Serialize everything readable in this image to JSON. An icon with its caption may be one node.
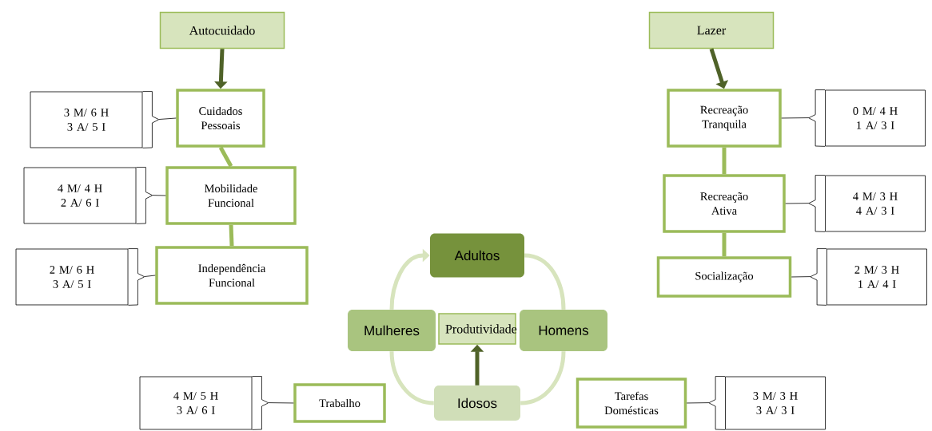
{
  "diagram": {
    "nodes": [
      {
        "text": [
          "Autocuidado"
        ]
      },
      {
        "text": [
          "Cuidados Pessoais"
        ]
      },
      {
        "text": [
          "Mobilidade Funcional"
        ]
      },
      {
        "text": [
          "Independência Funcional"
        ]
      },
      {
        "text": [
          "Lazer"
        ]
      },
      {
        "text": [
          "Recreação Tranquila"
        ]
      },
      {
        "text": [
          "Recreação Ativa"
        ]
      },
      {
        "text": [
          "Socialização"
        ]
      },
      {
        "text": [
          "Adultos"
        ]
      },
      {
        "text": [
          "Produtividade"
        ]
      },
      {
        "text": [
          "Mulheres"
        ]
      },
      {
        "text": [
          "Homens"
        ]
      },
      {
        "text": [
          "Idosos"
        ]
      },
      {
        "text": [
          "Trabalho"
        ]
      },
      {
        "text": [
          "Tarefas Domésticas"
        ]
      },
      {
        "text": [
          "3 M/ 6 H 3 A/ 5 I"
        ]
      },
      {
        "text": [
          "4 M/ 4 H 2 A/ 6 I"
        ]
      },
      {
        "text": [
          "2 M/ 6 H 3 A/ 5 I"
        ]
      },
      {
        "text": [
          "0 M/ 4 H 1 A/ 3 I"
        ]
      },
      {
        "text": [
          "4 M/ 3 H 4 A/ 3 I"
        ]
      },
      {
        "text": [
          "2 M/ 3 H 1 A/ 4 I"
        ]
      },
      {
        "text": [
          "4 M/ 5 H 3 A/ 6 I"
        ]
      },
      {
        "text": [
          "3 M/ 3 H 3 A/ 3 I"
        ]
      }
    ],
    "edges": [
      {
        "from": 0,
        "to": 1,
        "arrow": "to",
        "color": "#4f6228"
      },
      {
        "from": 1,
        "to": 2,
        "arrow": "none",
        "color": "#9bbb59"
      },
      {
        "from": 2,
        "to": 3,
        "arrow": "none",
        "color": "#9bbb59"
      },
      {
        "from": 4,
        "to": 5,
        "arrow": "to",
        "color": "#4f6228"
      },
      {
        "from": 5,
        "to": 6,
        "arrow": "none",
        "color": "#9bbb59"
      },
      {
        "from": 6,
        "to": 7,
        "arrow": "none",
        "color": "#9bbb59"
      },
      {
        "from": 8,
        "to": 11,
        "arrow": "none",
        "color": "#d7e4bd"
      },
      {
        "from": 11,
        "to": 12,
        "arrow": "none",
        "color": "#d7e4bd"
      },
      {
        "from": 12,
        "to": 10,
        "arrow": "none",
        "color": "#d7e4bd"
      },
      {
        "from": 10,
        "to": 8,
        "arrow": "to",
        "color": "#d7e4bd"
      },
      {
        "from": 12,
        "to": 9,
        "arrow": "to",
        "color": "#4f6228"
      },
      {
        "from": 15,
        "to": 1,
        "arrow": "none"
      },
      {
        "from": 16,
        "to": 2,
        "arrow": "none"
      },
      {
        "from": 17,
        "to": 3,
        "arrow": "none"
      },
      {
        "from": 18,
        "to": 5,
        "arrow": "none"
      },
      {
        "from": 19,
        "to": 6,
        "arrow": "none"
      },
      {
        "from": 20,
        "to": 7,
        "arrow": "none"
      },
      {
        "from": 21,
        "to": 13,
        "arrow": "none"
      },
      {
        "from": 22,
        "to": 14,
        "arrow": "none"
      }
    ]
  }
}
